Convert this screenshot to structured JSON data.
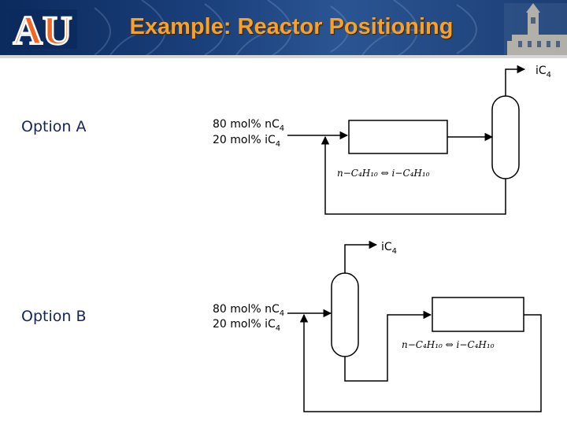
{
  "header": {
    "title": "Example: Reactor Positioning",
    "logo_text": "AU",
    "colors": {
      "banner": "#1a3f7a",
      "title": "#f7a128",
      "logo_orange": "#f26522",
      "logo_blue": "#0b2a5e"
    }
  },
  "options": {
    "a_label": "Option A",
    "b_label": "Option B",
    "label_color": "#14235a"
  },
  "option_a": {
    "feed_line1": "80 mol% nC",
    "feed_line2": "20 mol% iC",
    "feed_subscript": "4",
    "product_main": "iC",
    "product_sub": "4",
    "reaction": "n−C₄H₁₀ ⇔ i−C₄H₁₀"
  },
  "option_b": {
    "feed_line1": "80 mol% nC",
    "feed_line2": "20 mol% iC",
    "feed_subscript": "4",
    "product_main": "iC",
    "product_sub": "4",
    "reaction": "n−C₄H₁₀ ⇔ i−C₄H₁₀"
  }
}
